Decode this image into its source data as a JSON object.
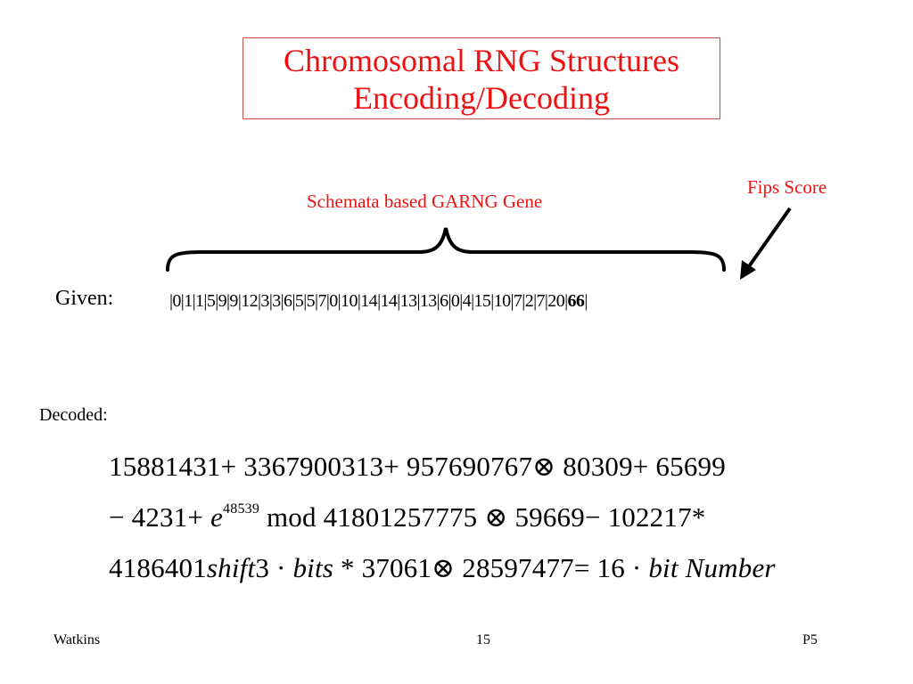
{
  "slide": {
    "title_line1": "Chromosomal RNG Structures",
    "title_line2": "Encoding/Decoding",
    "schemata_label": "Schemata based GARNG Gene",
    "fips_label": "Fips Score",
    "given_label": "Given:",
    "gene_string": "|0|1|1|5|9|9|12|3|3|6|5|5|7|0|10|14|14|13|13|6|0|4|15|10|7|2|7|20|",
    "fips_value": "66",
    "gene_end": "|",
    "decoded_label": "Decoded:",
    "eq_line1": "15881431+ 3367900313+ 957690767⊗ 80309+ 65699",
    "eq_line2_a": "− 4231+ ",
    "eq_line2_e": "e",
    "eq_line2_exp": "48539",
    "eq_line2_b": " mod 4180125777",
    "eq_line2_c": "5 ⊗ 59669− 102217*",
    "eq_line3_a": "4186401",
    "eq_line3_shift": "shift",
    "eq_line3_b": "3 · ",
    "eq_line3_bits": "bits",
    "eq_line3_c": " * 37061⊗ 28597477= 16 · ",
    "eq_line3_bitnum": "bit Number"
  },
  "footer": {
    "author": "Watkins",
    "page_number": "15",
    "tag": "P5"
  },
  "colors": {
    "accent_red": "#ee1111",
    "title_border": "#c0504d",
    "text": "#000000"
  }
}
